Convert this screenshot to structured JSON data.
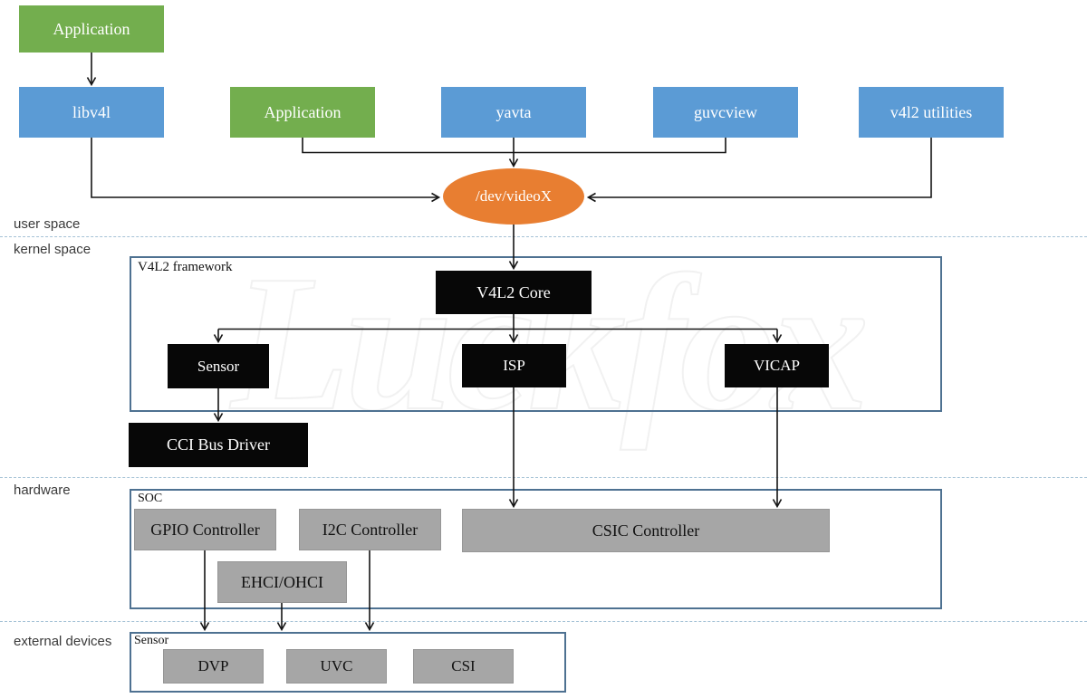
{
  "watermark": {
    "text": "Luckfox"
  },
  "layers": {
    "user_space": "user space",
    "kernel_space": "kernel space",
    "hardware": "hardware",
    "external_devices": "external devices"
  },
  "user_space_nodes": {
    "application_top": "Application",
    "libv4l": "libv4l",
    "application": "Application",
    "yavta": "yavta",
    "guvcview": "guvcview",
    "v4l2_utilities": "v4l2 utilities",
    "dev_videox": "/dev/videoX"
  },
  "kernel_nodes": {
    "framework_title": "V4L2 framework",
    "v4l2_core": "V4L2 Core",
    "sensor": "Sensor",
    "isp": "ISP",
    "vicap": "VICAP",
    "cci_bus_driver": "CCI Bus Driver"
  },
  "hardware_nodes": {
    "soc_title": "SOC",
    "gpio_controller": "GPIO Controller",
    "i2c_controller": "I2C Controller",
    "csic_controller": "CSIC Controller",
    "ehci_ohci": "EHCI/OHCI"
  },
  "external_nodes": {
    "sensor_title": "Sensor",
    "dvp": "DVP",
    "uvc": "UVC",
    "csi": "CSI"
  },
  "colors": {
    "green": "#73AE4E",
    "blue": "#5B9BD5",
    "orange": "#E87E31",
    "black_box": "#070707",
    "gray_box": "#A6A6A6",
    "container_border": "#4E7191",
    "divider": "#A5C2D6"
  }
}
